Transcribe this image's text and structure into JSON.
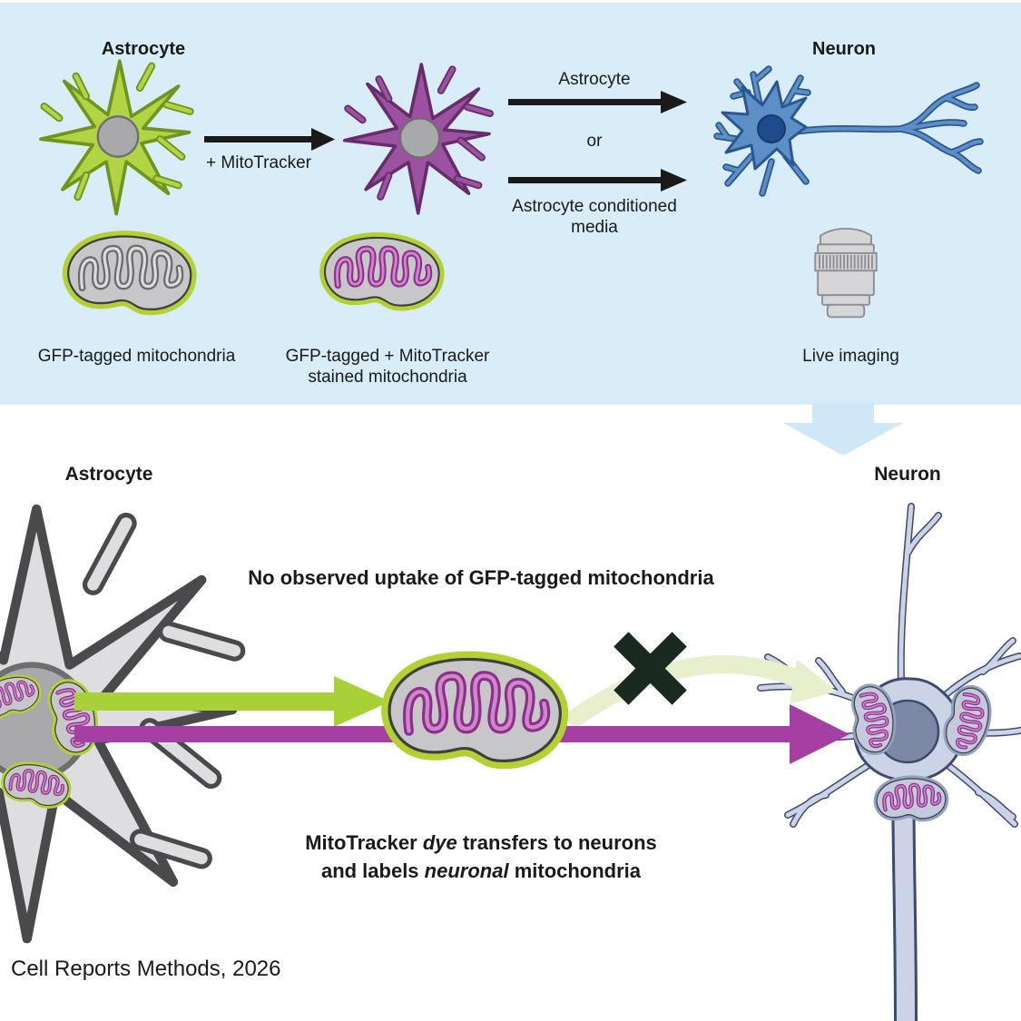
{
  "colors": {
    "panel_bg": "#d9edf8",
    "gfp_green": "#a9d036",
    "mitotracker_purple": "#a63fa4",
    "neuron_blue": "#5b8fc6",
    "neuron_lavender": "#ccd3e6",
    "astrocyte_gray": "#dedee0",
    "pale_transfer_arrow": "#e7efcc",
    "down_arrow_blue": "#cfe8f7",
    "text_black": "#1a1a1a"
  },
  "top_panel": {
    "astrocyte_label": "Astrocyte",
    "mitotracker_step": "+ MitoTracker",
    "route1_label": "Astrocyte",
    "route_or_label": "or",
    "route2_label": "Astrocyte conditioned media",
    "neuron_label": "Neuron",
    "mito_gfp_caption": "GFP-tagged mitochondria",
    "mito_gfp_mt_caption": "GFP-tagged + MitoTracker stained mitochondria",
    "live_imaging_caption": "Live imaging"
  },
  "bottom_panel": {
    "astrocyte_label": "Astrocyte",
    "neuron_label": "Neuron",
    "statement_no_uptake": "No observed uptake of GFP-tagged mitochondria",
    "statement_transfer": {
      "l1a": "MitoTracker ",
      "l1b": "dye",
      "l1c": " transfers to neurons",
      "l2a": "and labels ",
      "l2b": "neuronal",
      "l2c": " mitochondria"
    }
  },
  "citation": "Cell Reports Methods, 2026"
}
